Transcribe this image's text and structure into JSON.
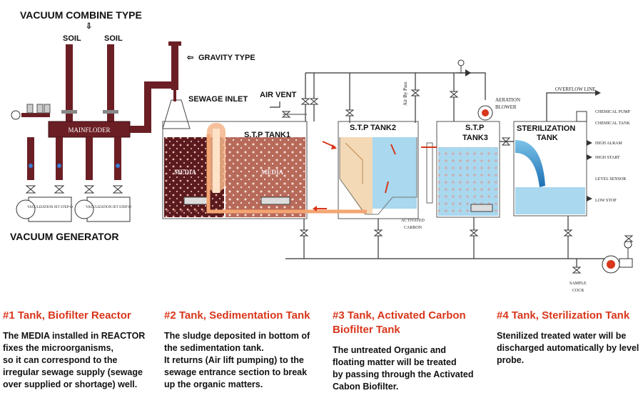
{
  "diagram": {
    "title": "VACUUM COMBINE TYPE",
    "soil_left": "SOIL",
    "soil_right": "SOIL",
    "gravity_type": "GRAVITY TYPE",
    "sewage_inlet": "SEWAGE INLET",
    "air_vent": "AIR VENT",
    "mainfolder": "MAINFLODER",
    "vacuum_generator": "VACUUM GENERATOR",
    "ejector_label_1": "VACULIZATION JET STEP-O",
    "ejector_label_2": "VACULIZATION JET STEP-O",
    "media_1": "MEDIA",
    "media_2": "MEDIA",
    "stp_tank1": "S.T.P TANK1",
    "stp_tank2": "S.T.P TANK2",
    "stp_tank3_line1": "S.T.P",
    "stp_tank3_line2": "TANK3",
    "sterilization_line1": "STERILIZATION",
    "sterilization_line2": "TANK",
    "air_by_pass": "Air By Pass",
    "aeration_line1": "AERATION",
    "aeration_line2": "BLOWER",
    "activated_line1": "ACTIVATED",
    "activated_line2": "CARBON",
    "overflow_line": "OVERFLOW LINE",
    "chemical_pump": "CHEMICAL PUMP",
    "chemical_tank": "CHEMICAL TANK",
    "high_alarm": "HIGH ALRAM",
    "high_start": "HIGH START",
    "level_sensor": "LEVEL SENSOR",
    "low_stop": "LOW STOP",
    "sample_line1": "SAMPLE",
    "sample_line2": "COCK"
  },
  "descriptions": [
    {
      "title": "#1 Tank, Biofilter Reactor",
      "lines": [
        "The MEDIA installed in REACTOR",
        "fixes the microorganisms,",
        "so it can correspond to the",
        "irregular sewage supply (sewage",
        "over supplied or shortage) well."
      ]
    },
    {
      "title": "#2 Tank, Sedimentation Tank",
      "lines": [
        "The sludge deposited in bottom of",
        "the sedimentation tank.",
        "It returns (Air lift pumping) to the",
        "sewage entrance section to break",
        "up the organic matters."
      ]
    },
    {
      "title_lines": [
        "#3 Tank, Activated Carbon",
        "Biofilter Tank"
      ],
      "lines": [
        "The untreated Organic and",
        "floating matter will be treated",
        "by passing through the Activated",
        "Cabon Biofilter."
      ]
    },
    {
      "title": "#4 Tank, Sterilization Tank",
      "lines": [
        "Stenilized treated water will be",
        "discharged automatically by level",
        "probe."
      ]
    }
  ],
  "colors": {
    "pipe_dark": "#6b1f24",
    "media_dark": "#5a1a1e",
    "media_light": "#b86a5a",
    "sediment": "#f4d9b6",
    "water": "#a9d8ef",
    "water_deep": "#2a8fce",
    "accent_red": "#d9361b"
  }
}
